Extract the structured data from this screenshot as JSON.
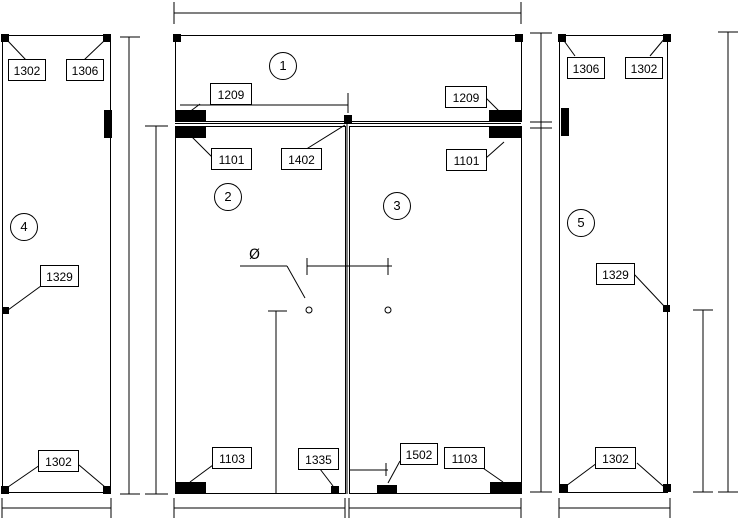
{
  "panels": [
    {
      "id": "panel-1",
      "number": "1"
    },
    {
      "id": "panel-2",
      "number": "2"
    },
    {
      "id": "panel-3",
      "number": "3"
    },
    {
      "id": "panel-4",
      "number": "4"
    },
    {
      "id": "panel-5",
      "number": "5"
    }
  ],
  "diameter_symbol": "Ø",
  "parts": {
    "p1302": "1302",
    "p1306": "1306",
    "p1209": "1209",
    "p1101": "1101",
    "p1402": "1402",
    "p1329": "1329",
    "p1103": "1103",
    "p1335": "1335",
    "p1502": "1502"
  },
  "colors": {
    "line": "#000000",
    "fitting": "#000000",
    "background": "#ffffff"
  }
}
